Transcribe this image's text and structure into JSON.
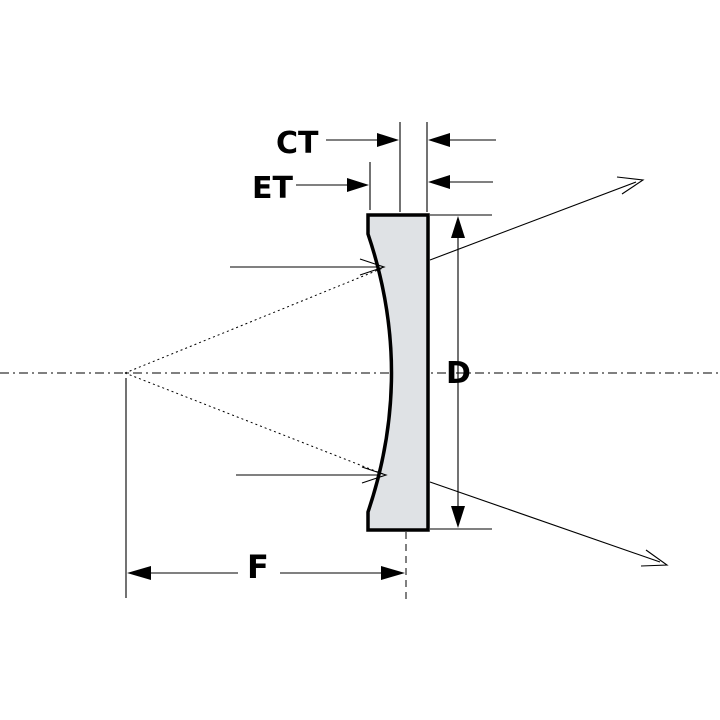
{
  "labels": {
    "center_thickness": "CT",
    "edge_thickness": "ET",
    "diameter": "D",
    "focal_length": "F"
  }
}
